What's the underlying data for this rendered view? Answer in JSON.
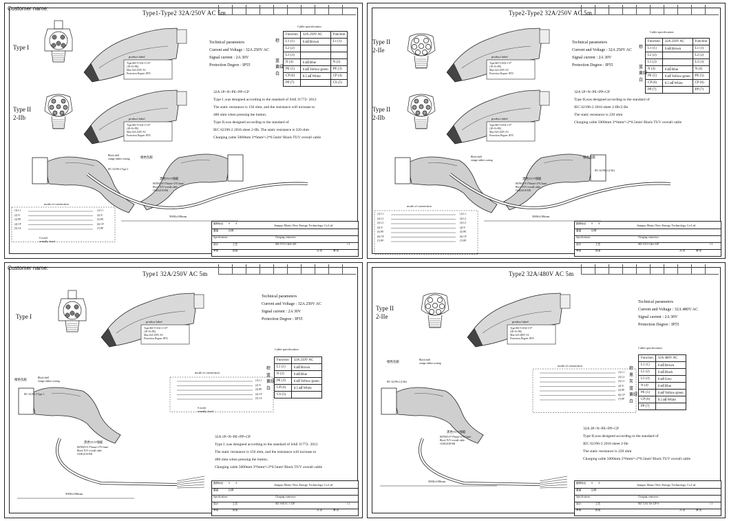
{
  "sheets": [
    {
      "customer_label": "Customer name:",
      "title": "Type1-Type2 32A/250V AC  5m",
      "type_labels": [
        "Type I",
        "Type II\n2-IIb"
      ],
      "technical": [
        "Technical parameters",
        "Current and Voltage : 32A 250V AC",
        "Signal current : 2A  30V",
        "Protection Degree : IP55"
      ],
      "cable_title": "Cable specification",
      "cable_headers": [
        "Function",
        "32A 250V AC",
        "Function"
      ],
      "cable_rows": [
        [
          "L1 (1)",
          "6 ㎟ Brown",
          "L1 (1)"
        ],
        [
          "L2 (2)",
          "",
          ""
        ],
        [
          "L3 (3)",
          "",
          ""
        ],
        [
          "N  (4)",
          "6 ㎟ Blue",
          "N  (2)"
        ],
        [
          "PE (5)",
          "6 ㎟ Yellow-green",
          "PE (3)"
        ],
        [
          "CP (6)",
          "0.5 ㎟ White",
          "CP (4)"
        ],
        [
          "PP (7)",
          "",
          "CS (5)"
        ]
      ],
      "color_cn": "棕\n\n\n蓝\n黄绿\n白",
      "desc": [
        "32A 1P+N+PE+PP+CP",
        "Type I ,was designed according to the standard of SAE J1772- 2012",
        "The static resistance is 150 ohm, and the resistance will increase to",
        "480 ohm when pressing the button.",
        "Type II,was designed according to the standard of",
        "IEC 62196-2 2016 sheet 2-IIb. The static resistance is 220 ohm",
        "Charging cable 5000mm  3*6mm²+2*0.5mm²  Black TUV overall cable"
      ],
      "product_label": "product label",
      "label_lines": [
        "Type:MZ-T1S32-1-CS*",
        "(1P+N+PE)",
        "Max:32A 250V AC",
        "Protection Degree: IP55"
      ],
      "cable_cn": "黑色TUV线缆",
      "cable_spec": [
        "H07BZ5-F 3*6mm²+2*0.5mm²",
        "Black TUV overall cable",
        "OLR32110-BK"
      ],
      "shell_cn": "橙色包胶",
      "shell_text": [
        "Black shell",
        "orange rubber coating"
      ],
      "iec": "IEC 62196-2 Type 2",
      "conn_title": "mode of connection",
      "conn_left": [
        "(1) L1",
        "(2) N",
        "(3) PE",
        "(4) CP",
        "(5) CS"
      ],
      "conn_right": [
        "(1) L1",
        "(4) N",
        "(5) PE",
        "(6) CP",
        "(7) PP"
      ],
      "switch_text": [
        "S switch",
        "normally closed"
      ],
      "length": "5000±100mm",
      "company": "Jiangsu Mario New Energy Technology Co.Ltd",
      "tb_cells": [
        "图样标记",
        "S",
        "A",
        "重量",
        "比例",
        "Specifications",
        "Charging connectors",
        "设计",
        "审核",
        "工艺",
        "批准",
        "MZ-T1T2-1Ib/S-32P",
        "共 张",
        "第 张",
        "1:1"
      ]
    },
    {
      "customer_label": "",
      "title": "Type2-Type2 32A/250V AC  5m",
      "type_labels": [
        "Type II\n2-IIe",
        "Type II\n2-IIb"
      ],
      "technical": [
        "Technical parameters",
        "Current and Voltage : 32A 250V AC",
        "Signal current : 2A  30V",
        "Protection Degree : IP55"
      ],
      "cable_title": "Cable specification",
      "cable_headers": [
        "Function",
        "32A 250V AC",
        "Function"
      ],
      "cable_rows": [
        [
          "L1 (1)",
          "6 ㎟ Brown",
          "L1 (1)"
        ],
        [
          "L2 (2)",
          "",
          "L2 (2)"
        ],
        [
          "L3 (3)",
          "",
          "L3 (3)"
        ],
        [
          "N  (4)",
          "6 ㎟ Blue",
          "N  (4)"
        ],
        [
          "PE (5)",
          "6 ㎟ Yellow-green",
          "PE (5)"
        ],
        [
          "CP (6)",
          "0.5 ㎟ White",
          "CP (6)"
        ],
        [
          "PP (7)",
          "",
          "PP (7)"
        ]
      ],
      "color_cn": "棕\n\n\n蓝\n黄绿\n白",
      "desc": [
        "32A 1P+N+PE+PP+CP",
        "Type II,was designed according to the standard of",
        "IEC 62196-2 2016 sheet 2-IIb/2-IIe",
        "The static resistance is 220 ohm",
        "Charging cable 5000mm  3*6mm²+2*0.5mm²  Black TUV overall cable"
      ],
      "product_label": "product label",
      "label_lines": [
        "Type:MZ-T2S32-1-S*",
        "(1P+N+PE)",
        "Max:32A 250V AC",
        "Protection Degree: IP55"
      ],
      "cable_cn": "黑色TUV线缆",
      "cable_spec": [
        "H07BZ5-F 3*6mm²+2*0.5mm²",
        "Black TUV overall cable",
        "OLR32110-BK"
      ],
      "shell_cn": "橙色包胶",
      "shell_text": [
        "Black shell",
        "orange rubber coating"
      ],
      "iec": "IEC 62196-2 (2-IIe)",
      "conn_title": "mode of connection",
      "conn_left": [
        "(1) L1",
        "(2) L2",
        "(3) L3",
        "(4) N",
        "(5) PE",
        "(6) CP",
        "(7) PP"
      ],
      "conn_right": [
        "(1) L1",
        "(2) L2",
        "(3) L3",
        "(4) N",
        "(5) PE",
        "(6) CP",
        "(7) PP"
      ],
      "switch_text": [],
      "length": "5000±100mm",
      "company": "Jiangsu Mario New Energy Technology Co.Ltd",
      "tb_cells": [
        "图样标记",
        "S",
        "A",
        "重量",
        "比例",
        "Specifications",
        "Charging connectors",
        "设计",
        "审核",
        "工艺",
        "批准",
        "MZ-T2T2-1Ib/e-32P",
        "共 张",
        "第 张",
        "1:1"
      ]
    },
    {
      "customer_label": "Customer name:",
      "title": "Type1 32A/250V AC  5m",
      "type_labels": [
        "Type I"
      ],
      "technical": [
        "Technical parameters",
        "Current and Voltage : 32A 250V AC",
        "Signal current : 2A  30V",
        "Protection Degree : IP55"
      ],
      "cable_title": "Cable specification",
      "cable_headers": [
        "Function",
        "32A  250V AC"
      ],
      "cable_rows": [
        [
          "L1 (1)",
          "6 ㎟ Brown"
        ],
        [
          "N  (2)",
          "6 ㎟ Blue"
        ],
        [
          "PE (3)",
          "6 ㎟ Yellow-green"
        ],
        [
          "CP (4)",
          "0.5 ㎟ White"
        ],
        [
          "CS (5)",
          ""
        ]
      ],
      "color_cn": "棕\n蓝\n黄绿\n白",
      "desc": [
        "32A 1P+N+PE+PP+CP",
        "Type I ,was designed according to the standard of SAE J1772- 2012",
        "The static resistance is 150 ohm, and the resistance will increase to",
        "480 ohm when pressing the button.",
        "Charging cable 5000mm  3*6mm²+2*0.5mm²  Black TUV overall cable"
      ],
      "product_label": "product label",
      "label_lines": [
        "Type:MZ-T1S32-1-CS*",
        "(1P+N+PE)",
        "Max:32A 250V AC",
        "Protection Degree: IP55"
      ],
      "cable_cn": "黑色TUV线缆",
      "cable_spec": [
        "H07BZ5-F 3*6mm²+2*0.5mm²",
        "Black TUV overall cable",
        "OLR32110-BK"
      ],
      "shell_cn": "橙色包胶",
      "shell_text": [
        "Black shell",
        "orange rubber coating"
      ],
      "iec": "IEC 62196-2 Type 1",
      "conn_title": "mode of connection",
      "conn_left": [],
      "conn_right": [
        "(1) L1",
        "(2) N",
        "(3) PE",
        "(4) CP",
        "(5) CS"
      ],
      "switch_text": [
        "S switch",
        "normally closed"
      ],
      "length": "5000±100mm",
      "company": "Jiangsu Mario New Energy Technology Co.Ltd",
      "tb_cells": [
        "图样标记",
        "S",
        "A",
        "重量",
        "比例",
        "Specifications",
        "Charging connectors",
        "设计",
        "审核",
        "工艺",
        "批准",
        "MZ-SAEAC-1-32P",
        "共 张",
        "第 张",
        "1:1"
      ]
    },
    {
      "customer_label": "",
      "title": "Type2 32A/480V AC  5m",
      "type_labels": [
        "Type II\n2-IIe"
      ],
      "technical": [
        "Technical parameters",
        "Current and Voltage : 32A 480V AC",
        "Signal current : 2A  30V",
        "Protection Degree : IP55"
      ],
      "cable_title": "Cable specification",
      "cable_headers": [
        "Function",
        "32A  480V AC"
      ],
      "cable_rows": [
        [
          "L1 (1)",
          "6 ㎟ Brown"
        ],
        [
          "L2 (2)",
          "6 ㎟ Black"
        ],
        [
          "L3 (3)",
          "6 ㎟ Grey"
        ],
        [
          "N  (4)",
          "6 ㎟ Blue"
        ],
        [
          "PE (5)",
          "6 ㎟ Yellow-green"
        ],
        [
          "CP (6)",
          "0.5 ㎟ White"
        ],
        [
          "PP (7)",
          ""
        ]
      ],
      "color_cn": "棕\n黑\n灰\n蓝\n黄绿\n白",
      "desc": [
        "32A 3P+N+PE+PP+CP",
        "Type II,was designed according to the standard of",
        "IEC 62196-2 2016 sheet 2-IIe",
        "The static resistance is 220 ohm",
        "Charging cable 5000mm  5*6mm²+2*0.5mm²  Black TUV overall cable"
      ],
      "product_label": "product label",
      "label_lines": [
        "Type:MZ-T2S32-3-S*",
        "(3P+N+PE)",
        "Max:32A 480V AC",
        "Protection Degree: IP55"
      ],
      "cable_cn": "黑色TUV线缆",
      "cable_spec": [
        "H07BZ5-F 5*6mm²+2*0.5mm²",
        "Black TUV overall cable",
        "OLR32160-BK"
      ],
      "shell_cn": "橙色包胶",
      "shell_text": [
        "Black shell",
        "orange rubber coating"
      ],
      "iec": "IEC 62196-2 (2-IIe)",
      "conn_title": "mode of connection",
      "conn_left": [],
      "conn_right": [
        "(1) L1",
        "(2) L2",
        "(3) L3",
        "(4) N",
        "(5) PE",
        "(6) CP",
        "(7) PP"
      ],
      "switch_text": [],
      "length": "5000±100mm",
      "company": "Jiangsu Mario New Energy Technology Co.Ltd",
      "tb_cells": [
        "图样标记",
        "S",
        "A",
        "重量",
        "比例",
        "Specifications",
        "Charging connectors",
        "设计",
        "审核",
        "工艺",
        "批准",
        "MZ-T2S2-3Ie-32P-S",
        "共 张",
        "第 张",
        "1:1"
      ]
    }
  ]
}
